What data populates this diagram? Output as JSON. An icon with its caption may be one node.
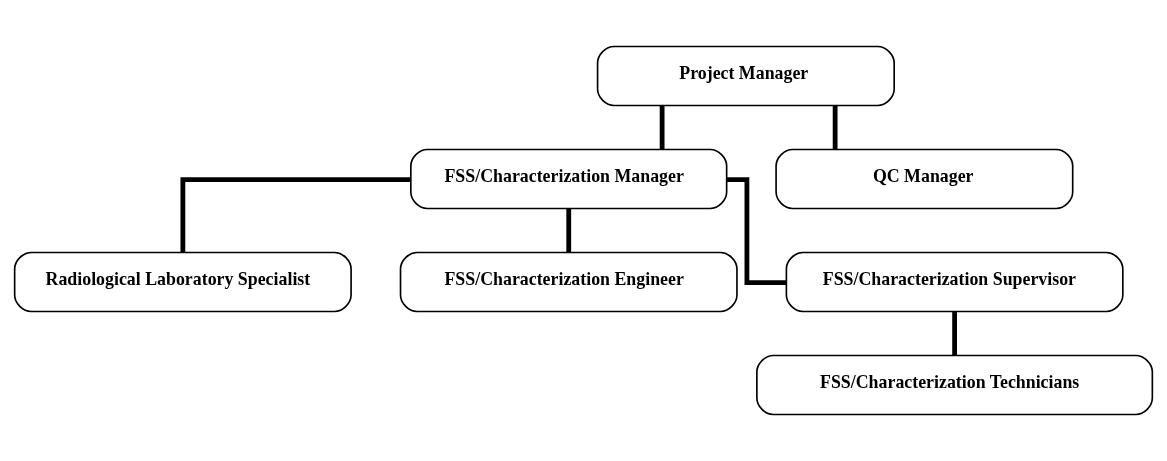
{
  "diagram": {
    "nodes": [
      {
        "text": [
          "Project Manager"
        ]
      },
      {
        "text": [
          "FSS/Characterization Manager"
        ]
      },
      {
        "text": [
          "QC Manager"
        ]
      },
      {
        "text": [
          "Radiological Laboratory Specialist"
        ]
      },
      {
        "text": [
          "FSS/Characterization Engineer"
        ]
      },
      {
        "text": [
          "FSS/Characterization Supervisor"
        ]
      },
      {
        "text": [
          "FSS/Characterization Technicians"
        ]
      }
    ],
    "edges": [
      {
        "from": 0,
        "to": 1,
        "arrow": "none"
      },
      {
        "from": 0,
        "to": 2,
        "arrow": "none"
      },
      {
        "from": 1,
        "to": 3,
        "arrow": "none"
      },
      {
        "from": 1,
        "to": 4,
        "arrow": "none"
      },
      {
        "from": 1,
        "to": 5,
        "arrow": "none"
      },
      {
        "from": 5,
        "to": 6,
        "arrow": "none"
      }
    ]
  }
}
